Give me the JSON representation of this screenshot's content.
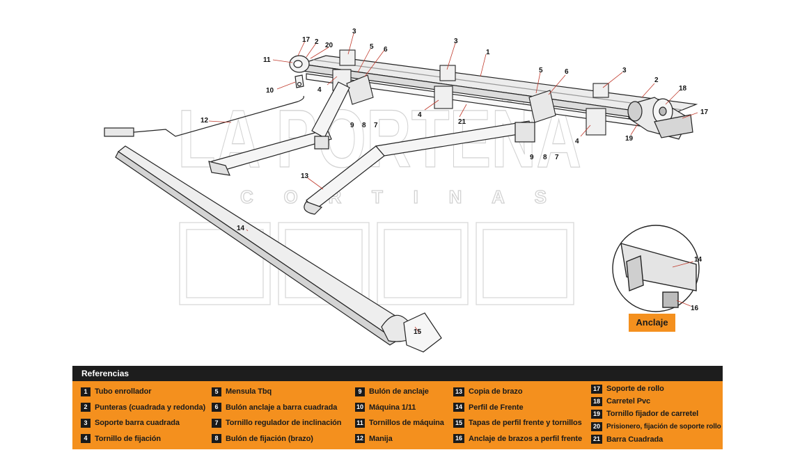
{
  "watermark": {
    "line1": "LA PORTEÑA",
    "line2": "C O R T I N A S"
  },
  "callouts": {
    "n1": "1",
    "n2a": "2",
    "n2b": "2",
    "n3a": "3",
    "n3b": "3",
    "n3c": "3",
    "n4a": "4",
    "n4b": "4",
    "n4c": "4",
    "n5a": "5",
    "n5b": "5",
    "n6a": "6",
    "n6b": "6",
    "n7a": "7",
    "n7b": "7",
    "n8a": "8",
    "n8b": "8",
    "n9a": "9",
    "n9b": "9",
    "n10": "10",
    "n11": "11",
    "n12": "12",
    "n13": "13",
    "n14a": "14",
    "n14b": "14",
    "n15": "15",
    "n16": "16",
    "n17a": "17",
    "n17b": "17",
    "n18": "18",
    "n19": "19",
    "n20": "20",
    "n21": "21"
  },
  "inset": {
    "label": "Anclaje"
  },
  "legend": {
    "title": "Referencias",
    "columns": [
      [
        {
          "num": "1",
          "label": "Tubo enrollador"
        },
        {
          "num": "2",
          "label": "Punteras (cuadrada y redonda)"
        },
        {
          "num": "3",
          "label": "Soporte barra cuadrada"
        },
        {
          "num": "4",
          "label": "Tornillo de fijación"
        }
      ],
      [
        {
          "num": "5",
          "label": "Mensula Tbq"
        },
        {
          "num": "6",
          "label": "Bulón anclaje a barra cuadrada"
        },
        {
          "num": "7",
          "label": "Tornillo regulador de inclinación"
        },
        {
          "num": "8",
          "label": "Bulón de fijación (brazo)"
        }
      ],
      [
        {
          "num": "9",
          "label": "Bulón de anclaje"
        },
        {
          "num": "10",
          "label": "Máquina 1/11"
        },
        {
          "num": "11",
          "label": "Tornillos de máquina"
        },
        {
          "num": "12",
          "label": "Manija"
        }
      ],
      [
        {
          "num": "13",
          "label": "Copia de brazo"
        },
        {
          "num": "14",
          "label": "Perfil de Frente"
        },
        {
          "num": "15",
          "label": "Tapas de perfil frente y tornillos"
        },
        {
          "num": "16",
          "label": "Anclaje de brazos a perfil frente"
        }
      ],
      [
        {
          "num": "17",
          "label": "Soporte de rollo"
        },
        {
          "num": "18",
          "label": "Carretel Pvc"
        },
        {
          "num": "19",
          "label": "Tornillo fijador de carretel"
        },
        {
          "num": "20",
          "label": "Prisionero, fijación de soporte rollo"
        },
        {
          "num": "21",
          "label": "Barra Cuadrada"
        }
      ]
    ]
  }
}
